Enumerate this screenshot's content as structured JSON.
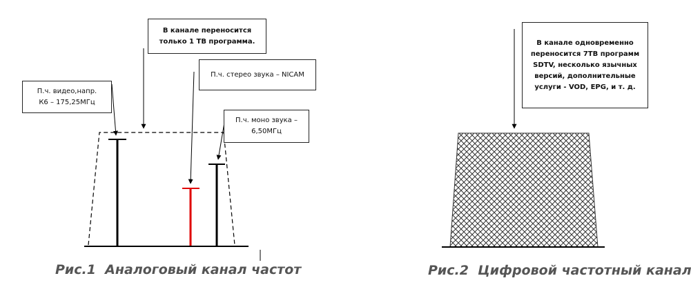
{
  "figure1": {
    "caption": "Рис.1  Аналоговый канал частот",
    "callouts": {
      "channel_note": "В канале переносится\nтолько 1 ТВ программа.",
      "nicam": "П.ч. стерео звука – NICAM",
      "video": "П.ч. видео,напр.\nК6 – 175,25МГц",
      "mono": "П.ч. моно звука –\n6,50МГц"
    },
    "colors": {
      "nicam_carrier": "#e00000",
      "carrier": "#000000"
    }
  },
  "figure2": {
    "caption": "Рис.2  Цифровой частотный канал",
    "callouts": {
      "digital_note": "В канале одновременно\nпереносится  7ТВ программ\nSDTV, несколько язычных\nверсий, дополнительные\nуслуги - VOD, EPG, и т. д."
    }
  }
}
